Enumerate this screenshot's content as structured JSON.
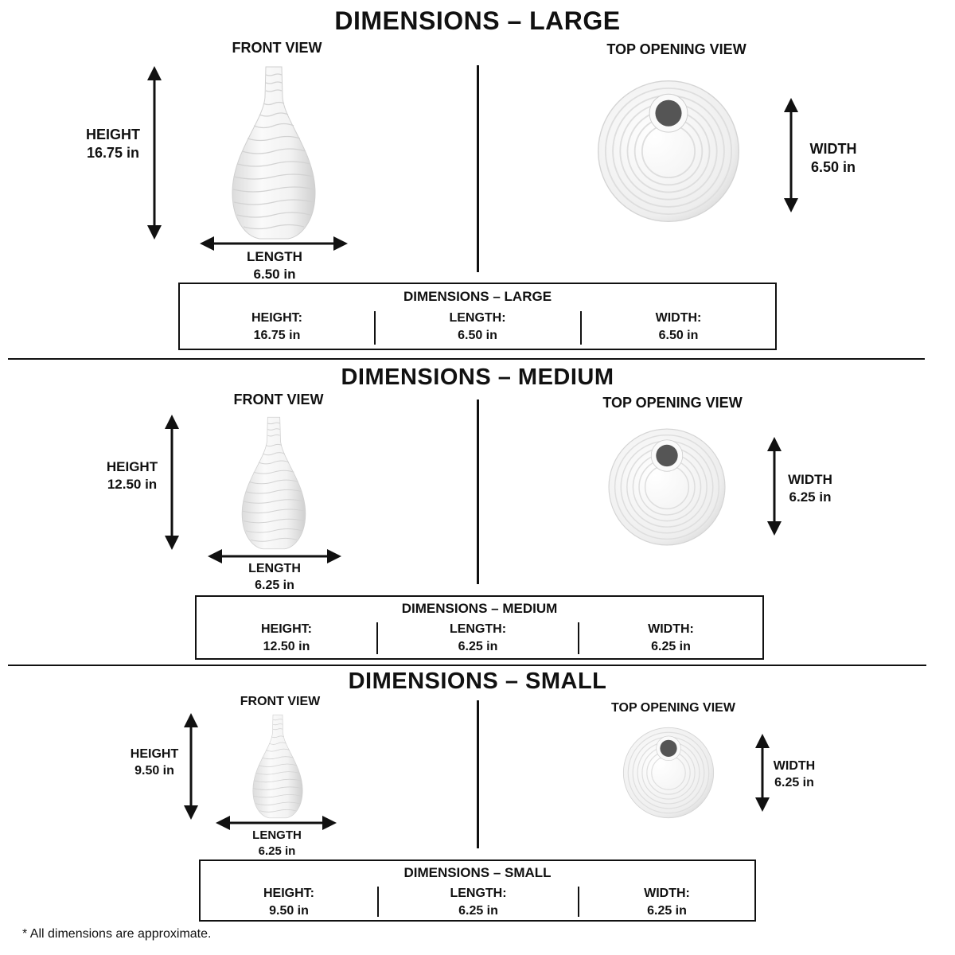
{
  "footnote": "* All dimensions are approximate.",
  "labels": {
    "front_view": "FRONT VIEW",
    "top_view": "TOP OPENING VIEW",
    "height": "HEIGHT",
    "length": "LENGTH",
    "width": "WIDTH",
    "height_colon": "HEIGHT:",
    "length_colon": "LENGTH:",
    "width_colon": "WIDTH:"
  },
  "sections": [
    {
      "title": "DIMENSIONS – LARGE",
      "height": "16.75 in",
      "length": "6.50 in",
      "width": "6.50 in"
    },
    {
      "title": "DIMENSIONS – MEDIUM",
      "height": "12.50 in",
      "length": "6.25 in",
      "width": "6.25 in"
    },
    {
      "title": "DIMENSIONS – SMALL",
      "height": "9.50 in",
      "length": "6.25 in",
      "width": "6.25 in"
    }
  ],
  "colors": {
    "ink": "#111111",
    "vase": "#f4f4f4",
    "opening": "#555555"
  }
}
